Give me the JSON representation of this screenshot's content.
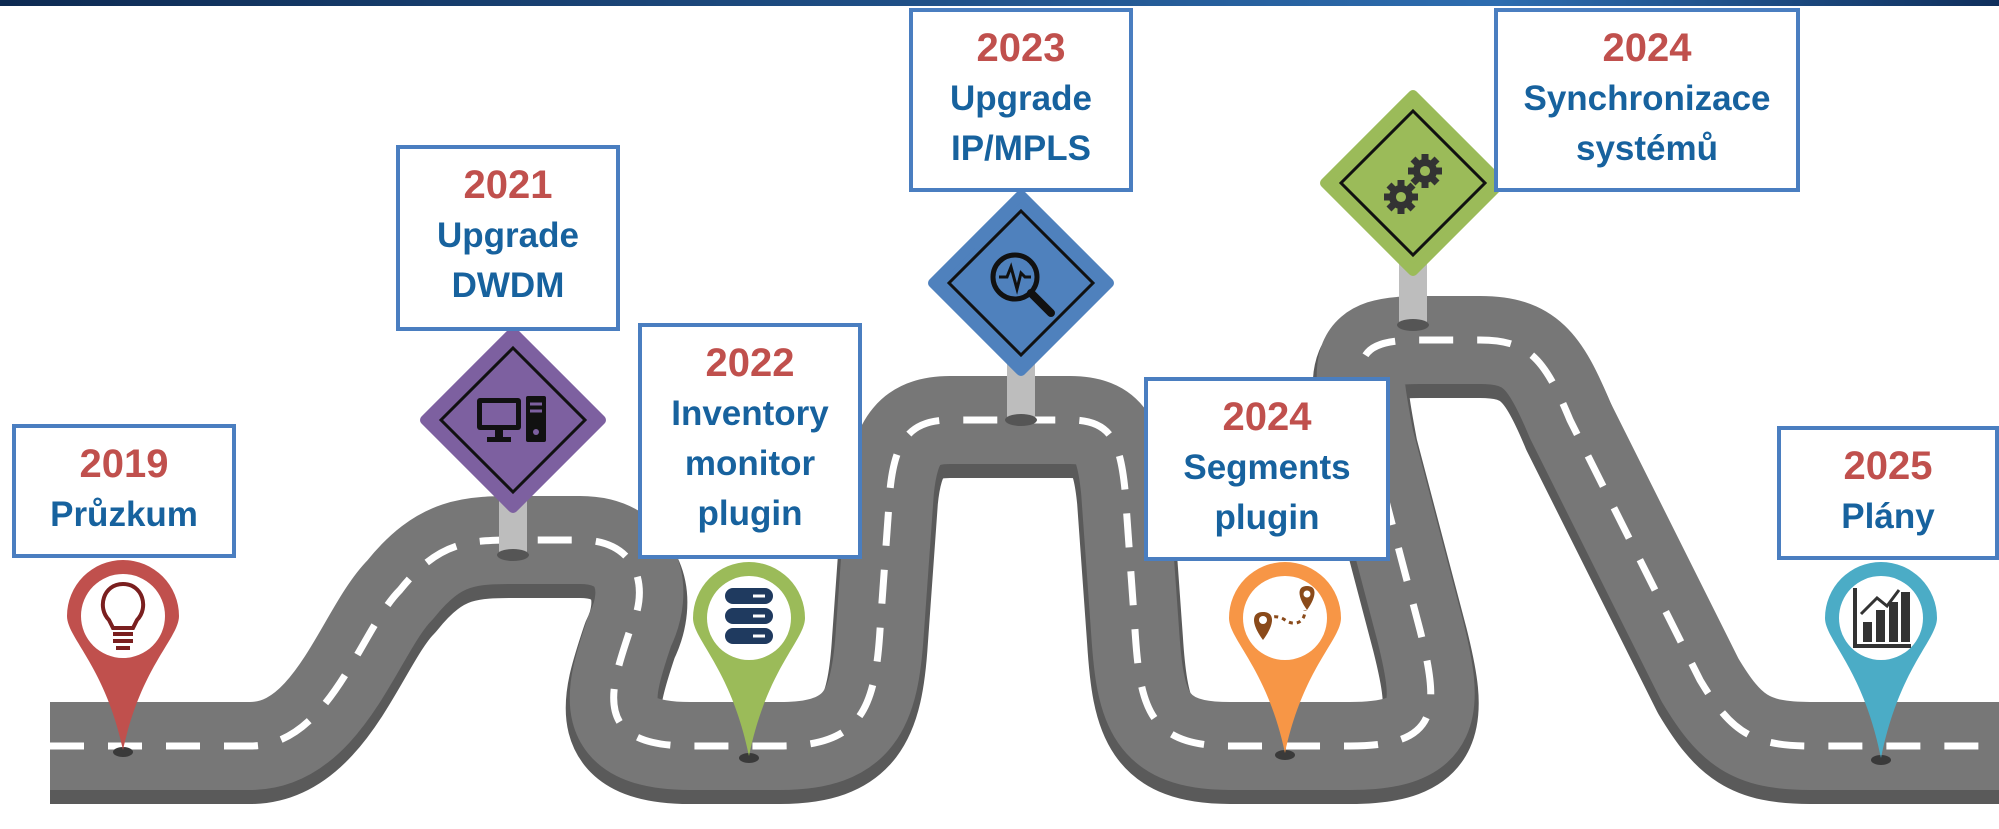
{
  "colors": {
    "road": "#757575",
    "road_edge": "#5a5a5a",
    "road_dash": "#ffffff",
    "year_text": "#c0504d",
    "label_text": "#17629e",
    "box_border": "#4a7ec0"
  },
  "milestones": [
    {
      "year": "2019",
      "label": "Průzkum",
      "marker": "pin",
      "color": "#c0504d",
      "icon": "lightbulb-icon"
    },
    {
      "year": "2021",
      "label": "Upgrade\nDWDM",
      "marker": "sign",
      "color": "#7d60a0",
      "icon": "computer-icon"
    },
    {
      "year": "2022",
      "label": "Inventory\nmonitor\nplugin",
      "marker": "pin",
      "color": "#9bbb59",
      "icon": "database-icon"
    },
    {
      "year": "2023",
      "label": "Upgrade\nIP/MPLS",
      "marker": "sign",
      "color": "#4f81bd",
      "icon": "magnifier-icon"
    },
    {
      "year": "2024",
      "label": "Segments\nplugin",
      "marker": "pin",
      "color": "#f79646",
      "icon": "route-icon"
    },
    {
      "year": "2024",
      "label": "Synchronizace\nsystémů",
      "marker": "sign",
      "color": "#9bbb59",
      "icon": "gears-icon"
    },
    {
      "year": "2025",
      "label": "Plány",
      "marker": "pin",
      "color": "#4bacc6",
      "icon": "bar-chart-icon"
    }
  ]
}
